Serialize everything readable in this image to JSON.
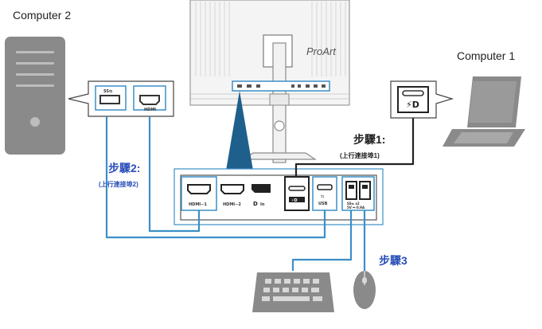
{
  "labels": {
    "computer1": "Computer 1",
    "computer2": "Computer 2",
    "brand": "ProArt"
  },
  "steps": {
    "step1_title": "步驟1:",
    "step1_sub": "(上行連接埠1)",
    "step2_title": "步驟2:",
    "step2_sub": "(上行連接埠2)",
    "step3_title": "步驟3"
  },
  "ports": {
    "hdmi1": "HDMI−1",
    "hdmi2": "HDMI−2",
    "dp_in": "In",
    "usb": "USB",
    "usb_hub_line1": "SS⇆ x2",
    "usb_hub_line2": "5V ⎓ 0.9A",
    "pc2_hdmi": "HDMI",
    "pc2_usb": "SS⇆"
  },
  "colors": {
    "cable_blue": "#3b8fc7",
    "cable_dark": "#222222",
    "step_blue": "#2a4fb8",
    "device_gray": "#8a8a8a",
    "pointer_blue": "#1f5f8b"
  }
}
